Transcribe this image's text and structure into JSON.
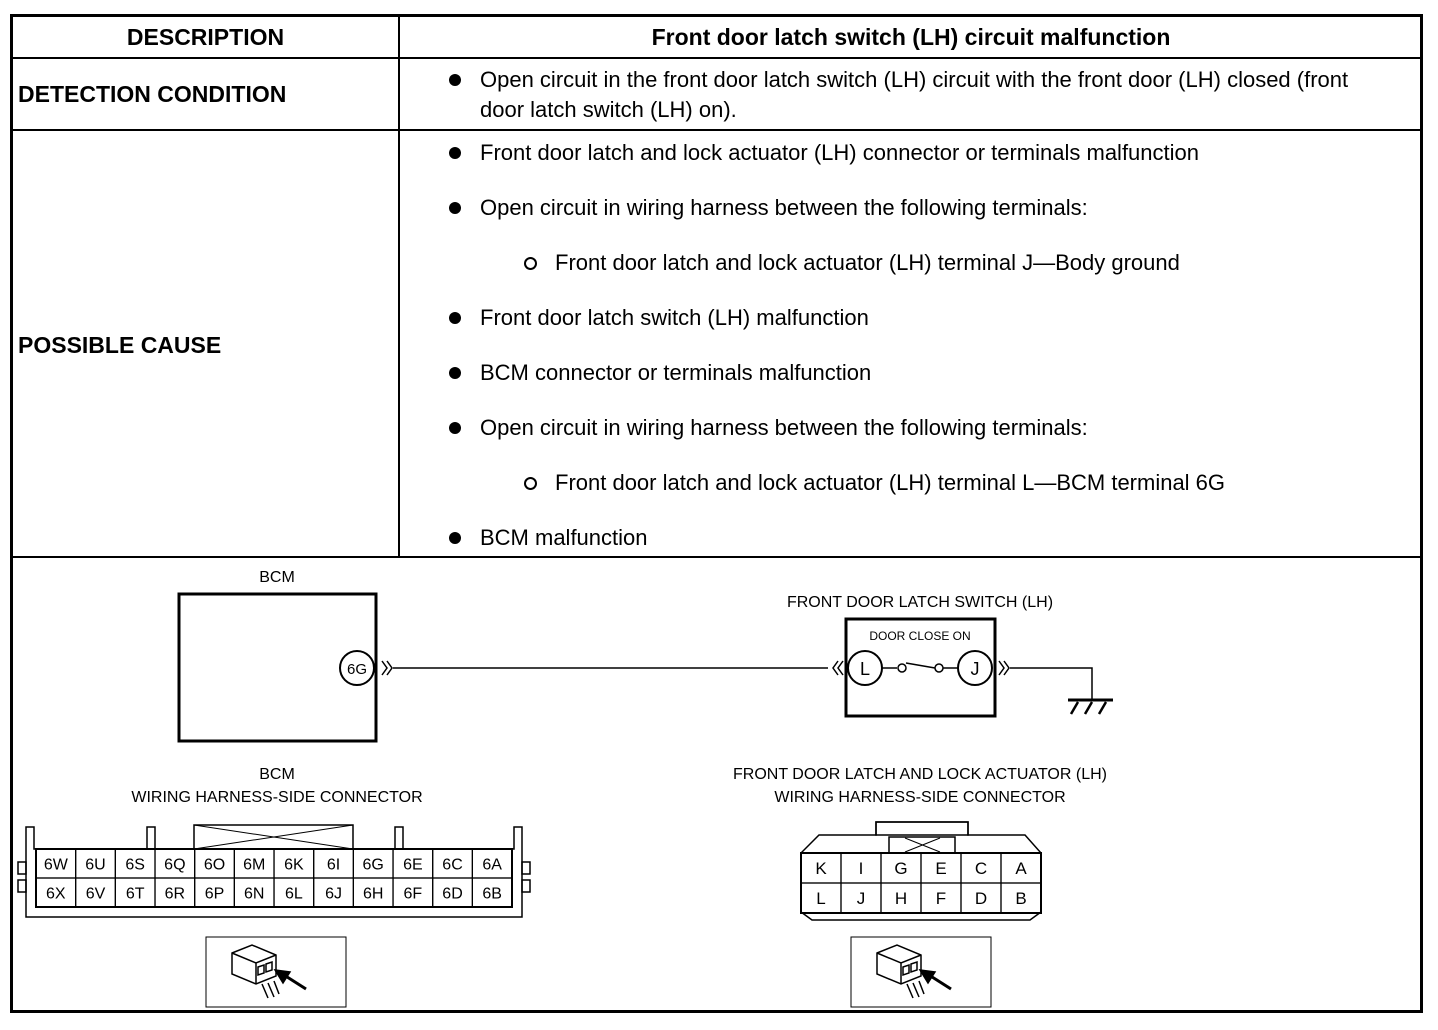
{
  "table": {
    "header_left": "DESCRIPTION",
    "header_right": "Front door latch switch (LH) circuit malfunction",
    "detection_label": "DETECTION CONDITION",
    "detection_text": "Open circuit in the front door latch switch (LH) circuit with the front door (LH) closed (front door latch switch (LH) on).",
    "cause_label": "POSSIBLE CAUSE",
    "causes": [
      "Front door latch and lock actuator (LH) connector or terminals malfunction",
      "Open circuit in wiring harness between the following terminals:",
      "Front door latch and lock actuator (LH) terminal J—Body ground",
      "Front door latch switch (LH) malfunction",
      "BCM connector or terminals malfunction",
      "Open circuit in wiring harness between the following terminals:",
      "Front door latch and lock actuator (LH) terminal L—BCM terminal 6G",
      "BCM malfunction"
    ]
  },
  "diagram": {
    "bcm_title": "BCM",
    "bcm_terminal": "6G",
    "switch_title": "FRONT DOOR LATCH SWITCH (LH)",
    "switch_state": "DOOR CLOSE ON",
    "switch_terminal_left": "L",
    "switch_terminal_right": "J",
    "bcm_conn_title1": "BCM",
    "bcm_conn_title2": "WIRING HARNESS-SIDE CONNECTOR",
    "bcm_conn_row1": [
      "6W",
      "6U",
      "6S",
      "6Q",
      "6O",
      "6M",
      "6K",
      "6I",
      "6G",
      "6E",
      "6C",
      "6A"
    ],
    "bcm_conn_row2": [
      "6X",
      "6V",
      "6T",
      "6R",
      "6P",
      "6N",
      "6L",
      "6J",
      "6H",
      "6F",
      "6D",
      "6B"
    ],
    "act_conn_title1": "FRONT DOOR LATCH AND LOCK ACTUATOR (LH)",
    "act_conn_title2": "WIRING HARNESS-SIDE CONNECTOR",
    "act_conn_row1": [
      "K",
      "I",
      "G",
      "E",
      "C",
      "A"
    ],
    "act_conn_row2": [
      "L",
      "J",
      "H",
      "F",
      "D",
      "B"
    ]
  }
}
